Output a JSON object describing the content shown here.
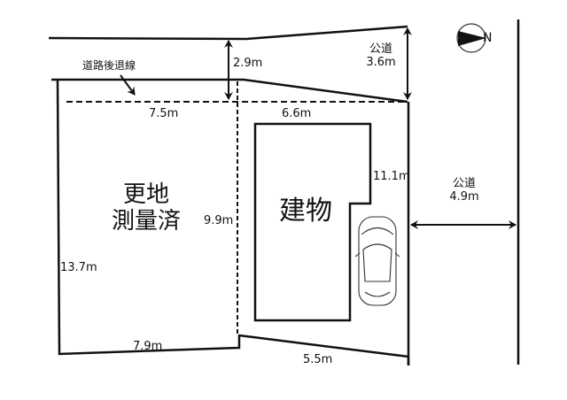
{
  "diagram": {
    "type": "site-plan",
    "north_label": "N",
    "setback_label": "道路後退線",
    "setback_depth": "2.9m",
    "top_road": {
      "name": "公道",
      "width": "3.6m"
    },
    "east_road": {
      "name": "公道",
      "width": "4.9m"
    },
    "left_lot": {
      "line1": "更地",
      "line2": "測量済",
      "dimensions": {
        "top": "7.5m",
        "left": "13.7m",
        "right": "9.9m",
        "bottom": "7.9m"
      }
    },
    "right_lot": {
      "building_label": "建物",
      "dimensions": {
        "top": "6.6m",
        "right": "11.1m",
        "bottom": "5.5m"
      },
      "car": "car-icon"
    }
  }
}
